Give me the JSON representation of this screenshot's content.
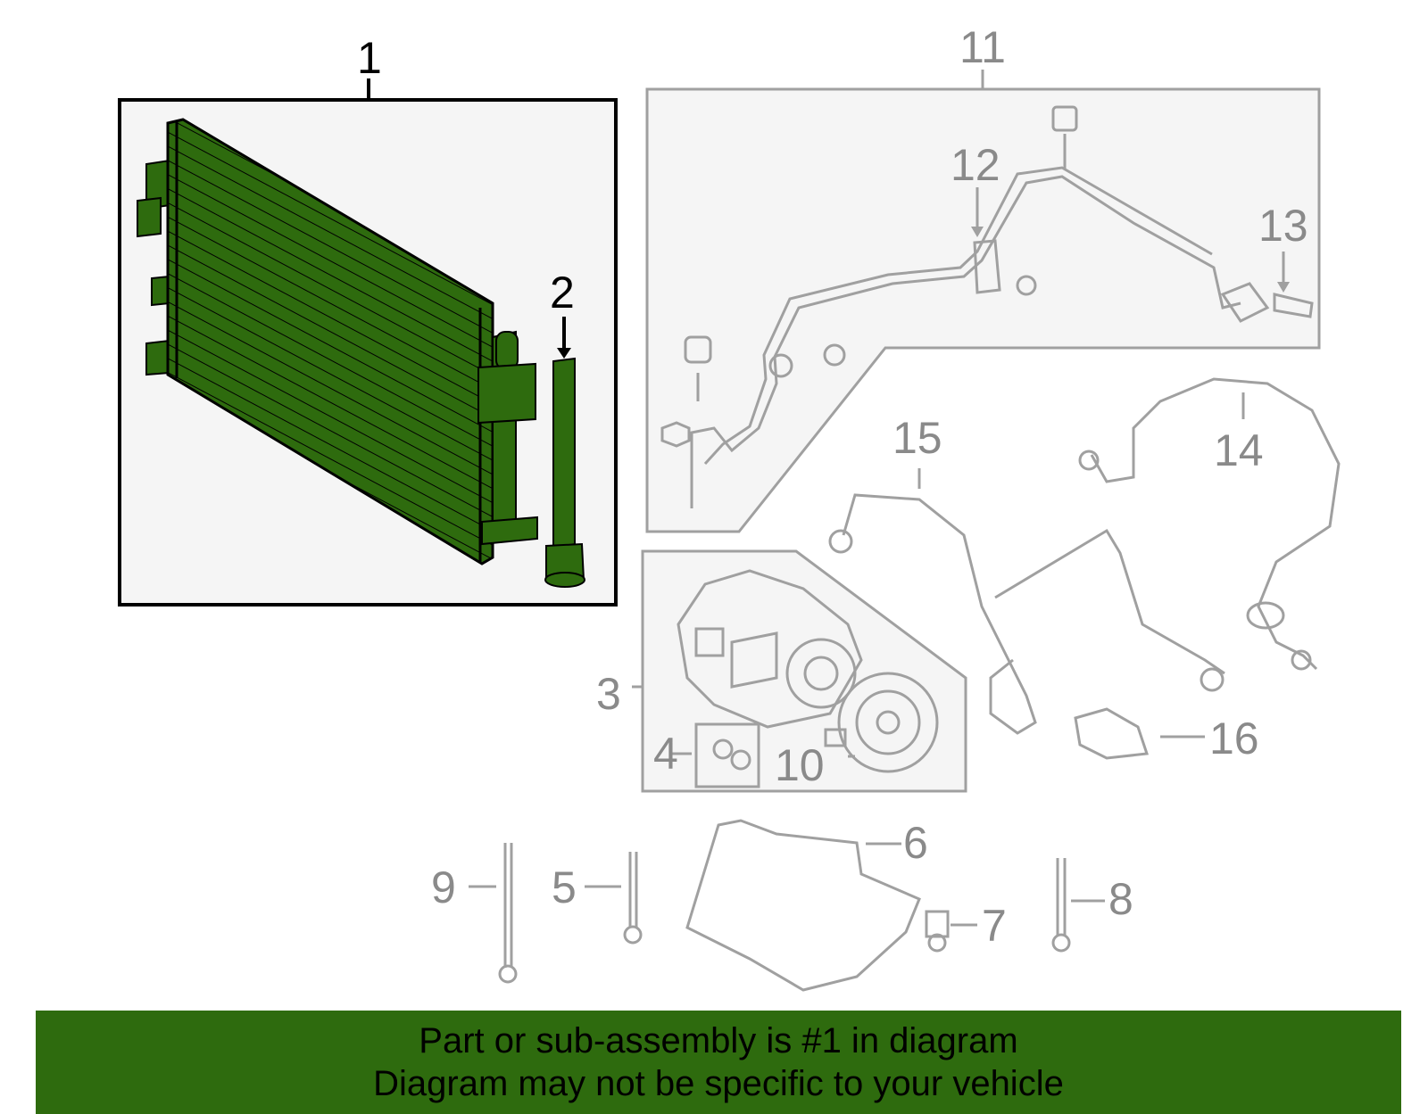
{
  "colors": {
    "highlight_fill": "#2e6b0e",
    "highlight_line": "#000000",
    "part_line": "#a0a0a0",
    "box_fill": "#f5f5f5",
    "banner_bg": "#2e6b0e"
  },
  "callouts": {
    "c1": "1",
    "c2": "2",
    "c3": "3",
    "c4": "4",
    "c5": "5",
    "c6": "6",
    "c7": "7",
    "c8": "8",
    "c9": "9",
    "c10": "10",
    "c11": "11",
    "c12": "12",
    "c13": "13",
    "c14": "14",
    "c15": "15",
    "c16": "16"
  },
  "banner": {
    "line1": "Part or sub-assembly is #1 in diagram",
    "line2": "Diagram may not be specific to your vehicle"
  }
}
